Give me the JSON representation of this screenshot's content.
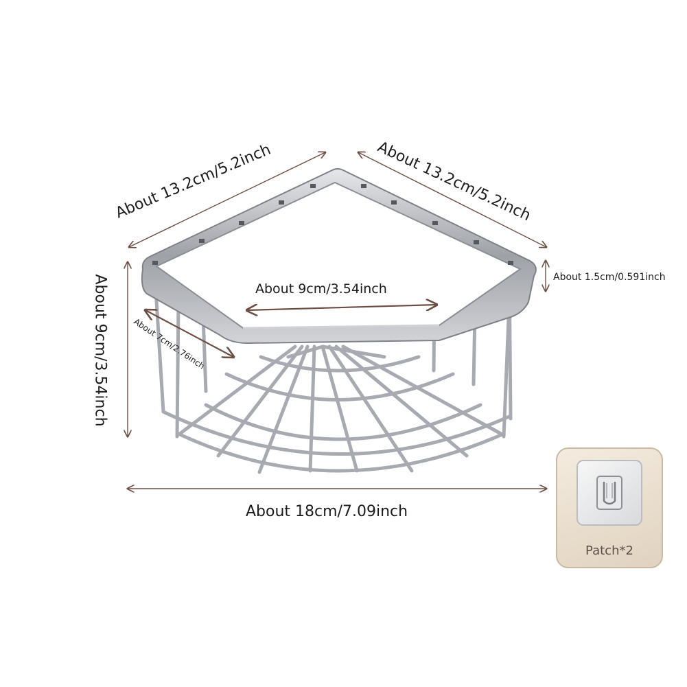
{
  "dimensions": {
    "top_left_edge": "About 13.2cm/5.2inch",
    "top_right_edge": "About 13.2cm/5.2inch",
    "height": "About 9cm/3.54inch",
    "inner_width": "About 9cm/3.54inch",
    "inner_depth": "About 7cm/2.76inch",
    "rim_height": "About 1.5cm/0.591inch",
    "bottom_width": "About 18cm/7.09inch"
  },
  "accessory": {
    "caption": "Patch*2",
    "icon": "adhesive-hook-patch-icon"
  },
  "colors": {
    "dimension_arrow": "#6b4f44",
    "metal": "#b9bcc2",
    "patch_card": "#e8dccb"
  }
}
